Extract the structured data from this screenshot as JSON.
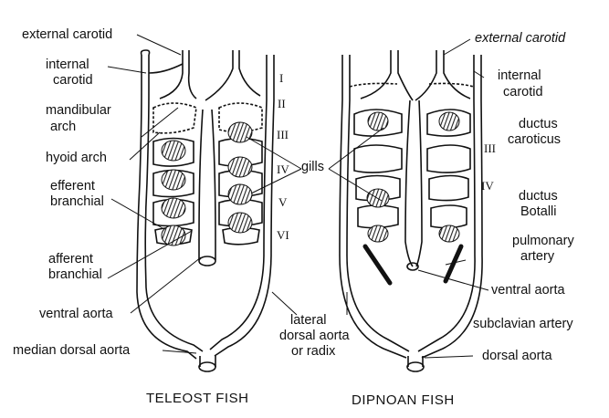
{
  "teleost": {
    "caption": "TELEOST FISH",
    "labels": {
      "external_carotid": "external carotid",
      "internal_carotid_1": "internal",
      "internal_carotid_2": "carotid",
      "mandibular_1": "mandibular",
      "mandibular_2": "arch",
      "hyoid_arch": "hyoid arch",
      "efferent_1": "efferent",
      "efferent_2": "branchial",
      "afferent_1": "afferent",
      "afferent_2": "branchial",
      "ventral_aorta": "ventral aorta",
      "median_dorsal_aorta": "median dorsal aorta",
      "gills": "gills"
    },
    "arches": [
      "I",
      "II",
      "III",
      "IV",
      "V",
      "VI"
    ]
  },
  "shared": {
    "lateral_1": "lateral",
    "lateral_2": "dorsal aorta",
    "lateral_3": "or radix"
  },
  "dipnoan": {
    "caption": "DIPNOAN FISH",
    "labels": {
      "external_carotid": "external carotid",
      "internal_carotid_1": "internal",
      "internal_carotid_2": "carotid",
      "ductus_caroticus_1": "ductus",
      "ductus_caroticus_2": "caroticus",
      "ductus_botalli_1": "ductus",
      "ductus_botalli_2": "Botalli",
      "pulmonary_1": "pulmonary",
      "pulmonary_2": "artery",
      "ventral_aorta": "ventral aorta",
      "subclavian_artery": "subclavian artery",
      "dorsal_aorta": "dorsal aorta"
    },
    "arches": [
      "III",
      "IV"
    ]
  }
}
